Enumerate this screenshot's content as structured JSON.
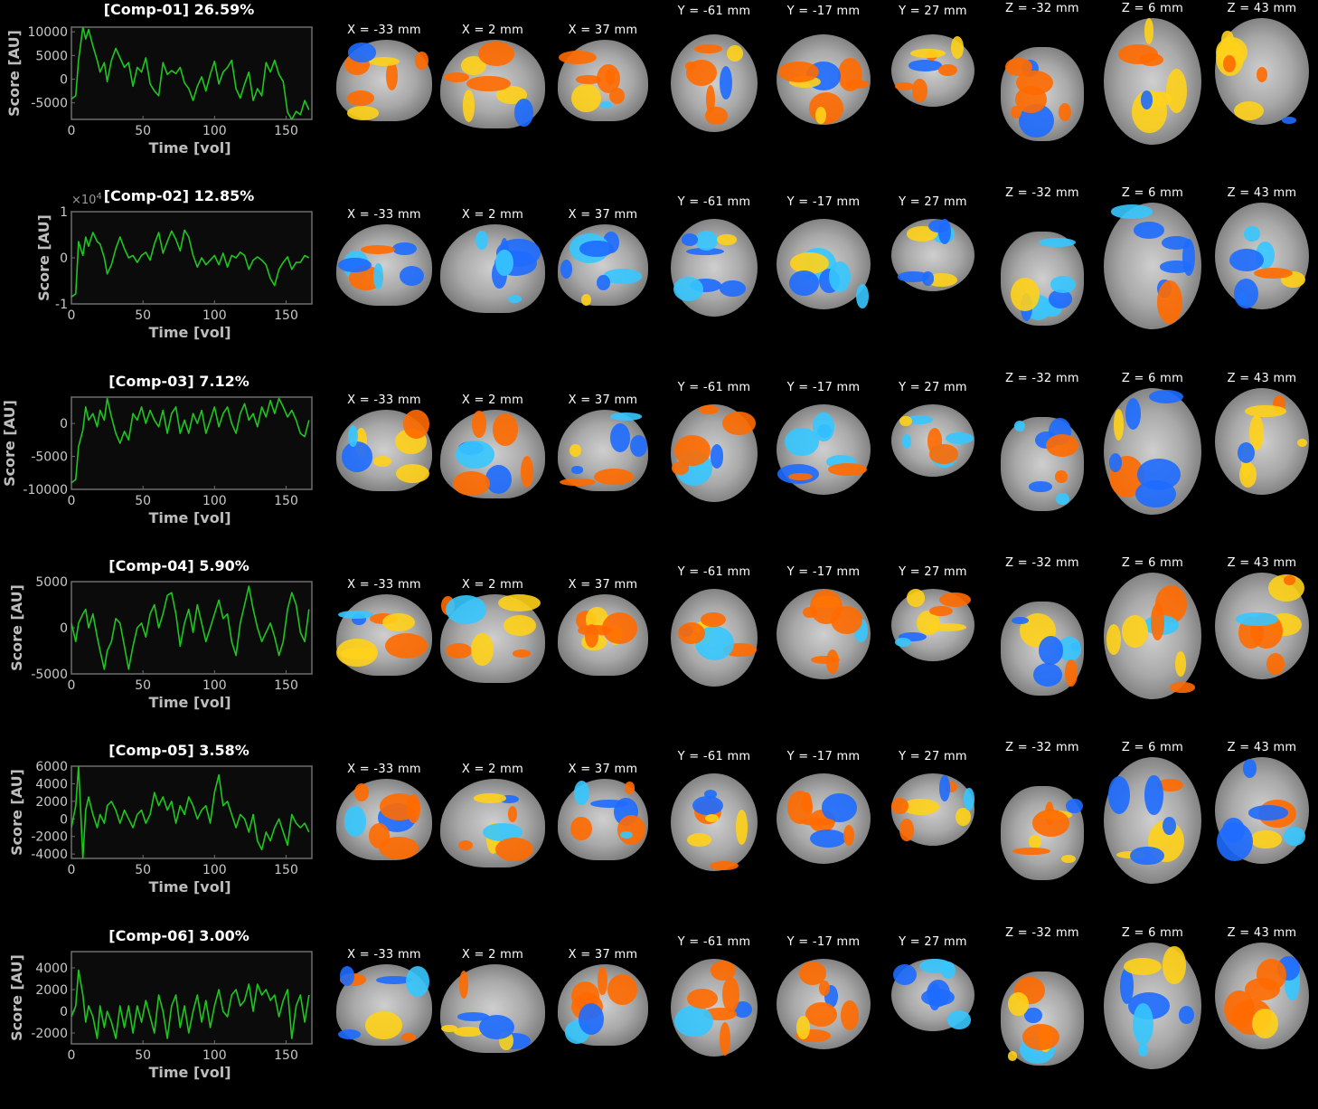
{
  "colors": {
    "background": "#000000",
    "trace": "#1fc61f",
    "axes_bg": "#0b0b0b",
    "axes_frame": "#6e6e6e",
    "hot": "#ff6a00",
    "hot2": "#ffd21a",
    "cold": "#1e6bff",
    "cold2": "#36c6ff"
  },
  "slice_labels": [
    "X = -33 mm",
    "X = 2 mm",
    "X = 37 mm",
    "Y = -61 mm",
    "Y = -17 mm",
    "Y = 27 mm",
    "Z = -32 mm",
    "Z = 6 mm",
    "Z = 43 mm"
  ],
  "chart_data": [
    {
      "type": "line",
      "title": "[Comp-01] 26.59%",
      "xlabel": "Time [vol]",
      "ylabel": "Score [AU]",
      "xlim": [
        0,
        168
      ],
      "ylim": [
        -8500,
        11000
      ],
      "xticks": [
        0,
        50,
        100,
        150
      ],
      "yticks": [
        10000,
        5000,
        0,
        -5000
      ],
      "ytick_labels": [
        "10000",
        "5000",
        "0",
        "-5000"
      ],
      "exponent": "",
      "x": [
        0,
        3,
        5,
        8,
        10,
        12,
        15,
        18,
        20,
        23,
        25,
        28,
        31,
        34,
        37,
        40,
        43,
        46,
        49,
        52,
        55,
        58,
        61,
        64,
        67,
        70,
        73,
        76,
        79,
        82,
        85,
        88,
        91,
        94,
        97,
        100,
        103,
        106,
        109,
        112,
        115,
        118,
        121,
        124,
        127,
        130,
        133,
        136,
        139,
        142,
        145,
        148,
        151,
        154,
        157,
        160,
        163,
        166
      ],
      "y": [
        -4200,
        -3500,
        4000,
        11000,
        8500,
        10500,
        7000,
        4000,
        1500,
        3500,
        -500,
        4000,
        6500,
        4500,
        2500,
        3500,
        -1500,
        2500,
        1500,
        4500,
        -1000,
        -2500,
        -3500,
        3500,
        1000,
        1800,
        1200,
        2500,
        -800,
        -2000,
        -4500,
        -1500,
        500,
        -2500,
        1000,
        3800,
        -1000,
        1500,
        2500,
        4000,
        -2000,
        -4000,
        -1000,
        1500,
        -4500,
        -2000,
        -3500,
        3500,
        1500,
        4000,
        1000,
        -500,
        -7000,
        -8500,
        -6800,
        -7500,
        -4500,
        -6500
      ]
    },
    {
      "type": "line",
      "title": "[Comp-02] 12.85%",
      "xlabel": "Time [vol]",
      "ylabel": "Score [AU]",
      "xlim": [
        0,
        168
      ],
      "ylim": [
        -1,
        1
      ],
      "xticks": [
        0,
        50,
        100,
        150
      ],
      "yticks": [
        1,
        0,
        -1
      ],
      "ytick_labels": [
        "1",
        "0",
        "-1"
      ],
      "exponent": "×10",
      "exponent_power": "4",
      "x": [
        0,
        3,
        5,
        8,
        10,
        12,
        15,
        18,
        20,
        23,
        25,
        28,
        31,
        34,
        37,
        40,
        43,
        46,
        49,
        52,
        55,
        58,
        61,
        64,
        67,
        70,
        73,
        76,
        79,
        82,
        85,
        88,
        91,
        94,
        97,
        100,
        103,
        106,
        109,
        112,
        115,
        118,
        121,
        124,
        127,
        130,
        133,
        136,
        139,
        142,
        145,
        148,
        151,
        154,
        157,
        160,
        163,
        166
      ],
      "y": [
        -0.85,
        -0.78,
        0.35,
        0.05,
        0.45,
        0.25,
        0.55,
        0.35,
        0.3,
        0.0,
        -0.35,
        -0.15,
        0.2,
        0.45,
        0.2,
        0.0,
        0.05,
        -0.1,
        0.05,
        0.12,
        -0.05,
        0.3,
        0.55,
        0.1,
        0.35,
        0.58,
        0.4,
        0.15,
        0.6,
        0.45,
        0.05,
        -0.2,
        0.0,
        -0.15,
        -0.05,
        0.05,
        -0.15,
        0.1,
        -0.2,
        0.05,
        0.0,
        0.12,
        0.05,
        -0.25,
        -0.05,
        0.02,
        -0.05,
        -0.15,
        -0.45,
        -0.6,
        -0.25,
        -0.1,
        0.02,
        -0.25,
        -0.1,
        -0.1,
        0.05,
        0.0
      ]
    },
    {
      "type": "line",
      "title": "[Comp-03] 7.12%",
      "xlabel": "Time [vol]",
      "ylabel": "Score [AU]",
      "xlim": [
        0,
        168
      ],
      "ylim": [
        -10000,
        4000
      ],
      "xticks": [
        0,
        50,
        100,
        150
      ],
      "yticks": [
        0,
        -5000,
        -10000
      ],
      "ytick_labels": [
        "0",
        "-5000",
        "-10000"
      ],
      "exponent": "",
      "x": [
        0,
        3,
        5,
        8,
        10,
        12,
        15,
        18,
        20,
        23,
        25,
        28,
        31,
        34,
        37,
        40,
        43,
        46,
        49,
        52,
        55,
        58,
        61,
        64,
        67,
        70,
        73,
        76,
        79,
        82,
        85,
        88,
        91,
        94,
        97,
        100,
        103,
        106,
        109,
        112,
        115,
        118,
        121,
        124,
        127,
        130,
        133,
        136,
        139,
        142,
        145,
        148,
        151,
        154,
        157,
        160,
        163,
        166
      ],
      "y": [
        -9000,
        -8500,
        -3500,
        -1000,
        2500,
        500,
        1500,
        -500,
        2000,
        500,
        3800,
        1000,
        -1500,
        -3000,
        -1200,
        -2500,
        1500,
        500,
        2500,
        0,
        2000,
        500,
        -500,
        2000,
        -1500,
        1500,
        2500,
        -1500,
        500,
        -1500,
        1500,
        0,
        2000,
        -1500,
        500,
        2500,
        -500,
        1500,
        2500,
        0,
        -1500,
        1500,
        3000,
        500,
        1500,
        -500,
        2500,
        1000,
        3500,
        1500,
        3800,
        2500,
        1000,
        2000,
        500,
        -1500,
        -2000,
        500
      ]
    },
    {
      "type": "line",
      "title": "[Comp-04] 5.90%",
      "xlabel": "Time [vol]",
      "ylabel": "Score [AU]",
      "xlim": [
        0,
        168
      ],
      "ylim": [
        -5000,
        5000
      ],
      "xticks": [
        0,
        50,
        100,
        150
      ],
      "yticks": [
        5000,
        0,
        -5000
      ],
      "ytick_labels": [
        "5000",
        "0",
        "-5000"
      ],
      "exponent": "",
      "x": [
        0,
        3,
        5,
        8,
        10,
        12,
        15,
        18,
        20,
        23,
        25,
        28,
        31,
        34,
        37,
        40,
        43,
        46,
        49,
        52,
        55,
        58,
        61,
        64,
        67,
        70,
        73,
        76,
        79,
        82,
        85,
        88,
        91,
        94,
        97,
        100,
        103,
        106,
        109,
        112,
        115,
        118,
        121,
        124,
        127,
        130,
        133,
        136,
        139,
        142,
        145,
        148,
        151,
        154,
        157,
        160,
        163,
        166
      ],
      "y": [
        500,
        -1500,
        500,
        1500,
        2000,
        0,
        1500,
        -1000,
        -2500,
        -4500,
        -2500,
        -1500,
        1000,
        500,
        -2000,
        -4500,
        -2000,
        0,
        500,
        -1000,
        1500,
        2500,
        0,
        1500,
        3500,
        3800,
        1500,
        -2000,
        500,
        2000,
        -500,
        2500,
        500,
        -1500,
        0,
        1500,
        3000,
        1000,
        1500,
        -1500,
        -3000,
        500,
        2500,
        4500,
        2000,
        0,
        -1500,
        -500,
        500,
        -1000,
        -3000,
        -1500,
        2000,
        3800,
        2500,
        -500,
        -1500,
        2000
      ]
    },
    {
      "type": "line",
      "title": "[Comp-05] 3.58%",
      "xlabel": "Time [vol]",
      "ylabel": "Score [AU]",
      "xlim": [
        0,
        168
      ],
      "ylim": [
        -4500,
        6000
      ],
      "xticks": [
        0,
        50,
        100,
        150
      ],
      "yticks": [
        6000,
        4000,
        2000,
        0,
        -2000,
        -4000
      ],
      "ytick_labels": [
        "6000",
        "4000",
        "2000",
        "0",
        "-2000",
        "-4000"
      ],
      "exponent": "",
      "x": [
        0,
        3,
        5,
        8,
        10,
        12,
        15,
        18,
        20,
        23,
        25,
        28,
        31,
        34,
        37,
        40,
        43,
        46,
        49,
        52,
        55,
        58,
        61,
        64,
        67,
        70,
        73,
        76,
        79,
        82,
        85,
        88,
        91,
        94,
        97,
        100,
        103,
        106,
        109,
        112,
        115,
        118,
        121,
        124,
        127,
        130,
        133,
        136,
        139,
        142,
        145,
        148,
        151,
        154,
        157,
        160,
        163,
        166
      ],
      "y": [
        -1000,
        1500,
        6000,
        -4500,
        1000,
        2500,
        500,
        -1000,
        500,
        -500,
        1500,
        2000,
        1000,
        -500,
        1000,
        0,
        -1000,
        500,
        1000,
        -500,
        500,
        3000,
        1500,
        2500,
        1000,
        2000,
        -500,
        1500,
        500,
        2500,
        1500,
        0,
        1000,
        1500,
        -500,
        3000,
        5000,
        1500,
        2000,
        500,
        -1000,
        500,
        0,
        -1500,
        500,
        -2500,
        -3500,
        -1500,
        -2500,
        -1000,
        0,
        -1500,
        -3000,
        500,
        -500,
        -1000,
        -500,
        -1500
      ]
    },
    {
      "type": "line",
      "title": "[Comp-06] 3.00%",
      "xlabel": "Time [vol]",
      "ylabel": "Score [AU]",
      "xlim": [
        0,
        168
      ],
      "ylim": [
        -3000,
        5500
      ],
      "xticks": [
        0,
        50,
        100,
        150
      ],
      "yticks": [
        4000,
        2000,
        0,
        -2000
      ],
      "ytick_labels": [
        "4000",
        "2000",
        "0",
        "-2000"
      ],
      "exponent": "",
      "x": [
        0,
        3,
        5,
        8,
        10,
        12,
        15,
        18,
        20,
        23,
        25,
        28,
        31,
        34,
        37,
        40,
        43,
        46,
        49,
        52,
        55,
        58,
        61,
        64,
        67,
        70,
        73,
        76,
        79,
        82,
        85,
        88,
        91,
        94,
        97,
        100,
        103,
        106,
        109,
        112,
        115,
        118,
        121,
        124,
        127,
        130,
        133,
        136,
        139,
        142,
        145,
        148,
        151,
        154,
        157,
        160,
        163,
        166
      ],
      "y": [
        -500,
        500,
        3800,
        1500,
        -1000,
        500,
        -500,
        -2500,
        500,
        -1500,
        0,
        -1000,
        -2500,
        500,
        -1500,
        500,
        -2000,
        500,
        -1000,
        1000,
        -500,
        -2000,
        1500,
        0,
        -2500,
        500,
        1500,
        -1500,
        500,
        -2000,
        0,
        1500,
        -1000,
        1000,
        -1500,
        500,
        2000,
        0,
        -500,
        1500,
        2000,
        500,
        1000,
        2500,
        0,
        2500,
        1500,
        2000,
        1000,
        1500,
        -500,
        1000,
        2000,
        -2500,
        500,
        1500,
        -1000,
        1500
      ]
    }
  ]
}
